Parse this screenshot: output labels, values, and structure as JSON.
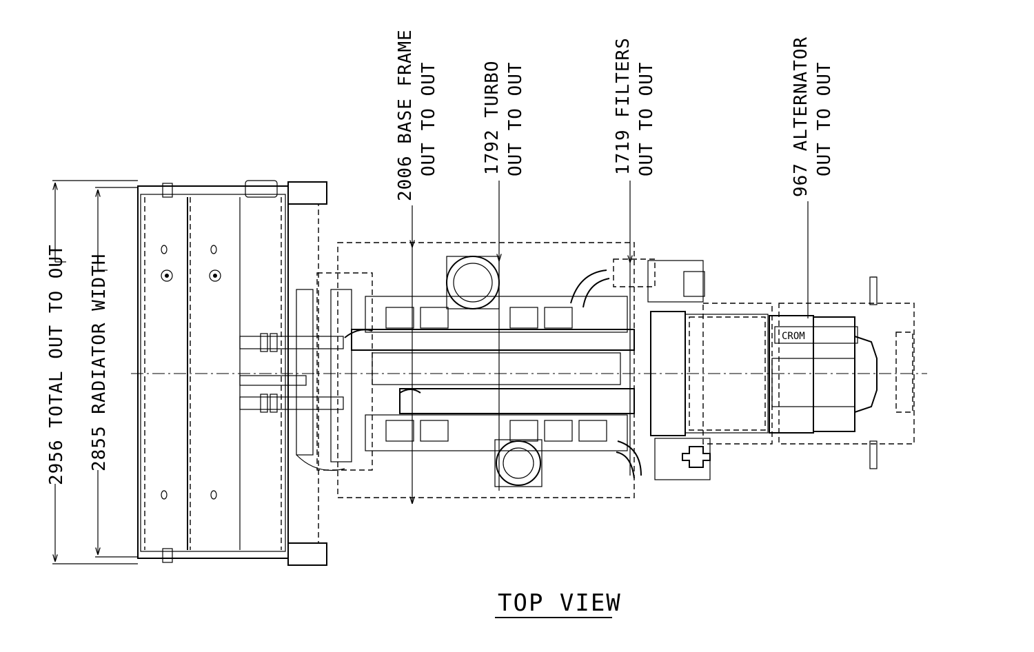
{
  "view_title": "TOP VIEW",
  "dimensions": [
    {
      "id": "total",
      "value": "2956",
      "text": "TOTAL OUT TO OUT"
    },
    {
      "id": "radiator",
      "value": "2855",
      "text": "RADIATOR WIDTH"
    },
    {
      "id": "base_frame",
      "value": "2006",
      "text": "BASE FRAME",
      "line2": "OUT TO OUT"
    },
    {
      "id": "turbo",
      "value": "1792",
      "text": "TURBO",
      "line2": "OUT TO OUT"
    },
    {
      "id": "filters",
      "value": "1719",
      "text": "FILTERS",
      "line2": "OUT TO OUT"
    },
    {
      "id": "alternator",
      "value": "967",
      "text": "ALTERNATOR",
      "line2": "OUT TO OUT"
    }
  ],
  "brand_mark": "CROM"
}
